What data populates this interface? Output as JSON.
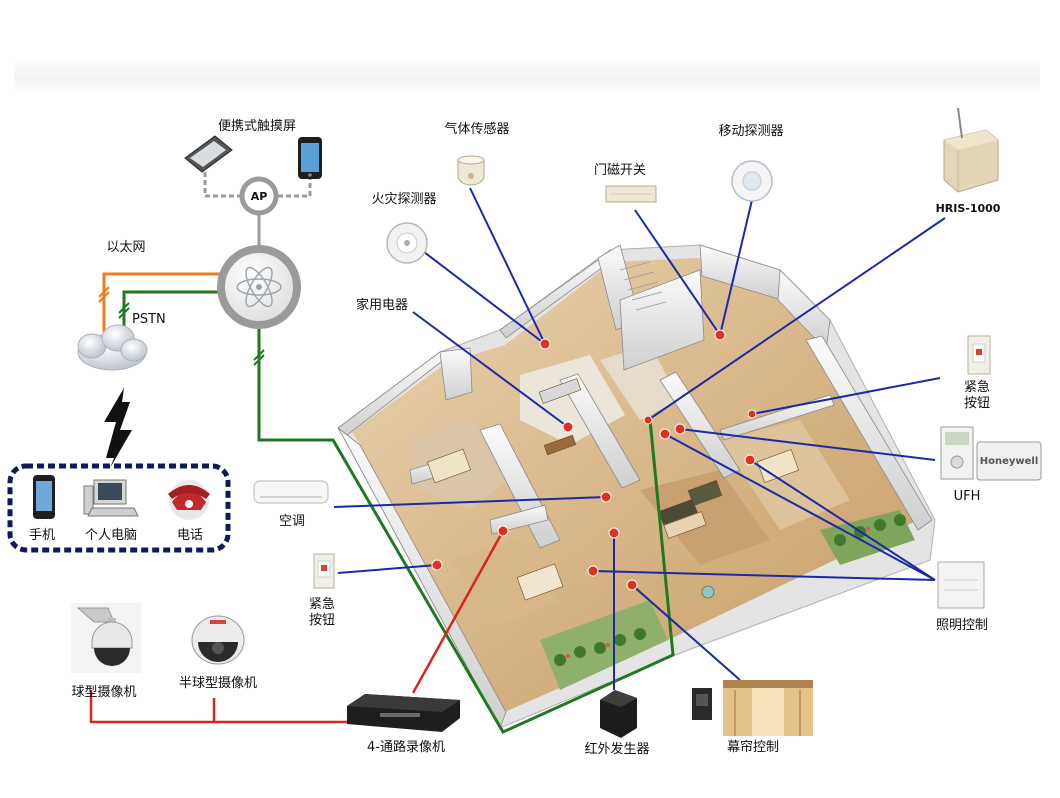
{
  "labels": {
    "touchscreen": "便携式触摸屏",
    "ap": "AP",
    "ethernet": "以太网",
    "pstn": "PSTN",
    "mobile": "手机",
    "pc": "个人电脑",
    "phone": "电话",
    "gas_sensor": "气体传感器",
    "fire_detector": "火灾探测器",
    "appliance": "家用电器",
    "door_switch": "门磁开关",
    "motion_detector": "移动探测器",
    "hris": "HRIS-1000",
    "emergency_right_1": "紧急",
    "emergency_right_2": "按钮",
    "ufh": "UFH",
    "honeywell": "Honeywell",
    "aircon": "空调",
    "emergency_left_1": "紧急",
    "emergency_left_2": "按钮",
    "lighting": "照明控制",
    "dome_camera": "球型摄像机",
    "half_dome_camera": "半球型摄像机",
    "dvr": "4-通路录像机",
    "ir_emitter": "红外发生器",
    "curtain": "幕帘控制"
  },
  "colors": {
    "link_blue": "#1a2aa8",
    "ethernet_orange": "#f07a1e",
    "pstn_green": "#1f7a1f",
    "video_red": "#d8261c",
    "device_dot": "#e03020",
    "hub_gray": "#9a9a9a",
    "group_border": "#0e1a5c"
  }
}
